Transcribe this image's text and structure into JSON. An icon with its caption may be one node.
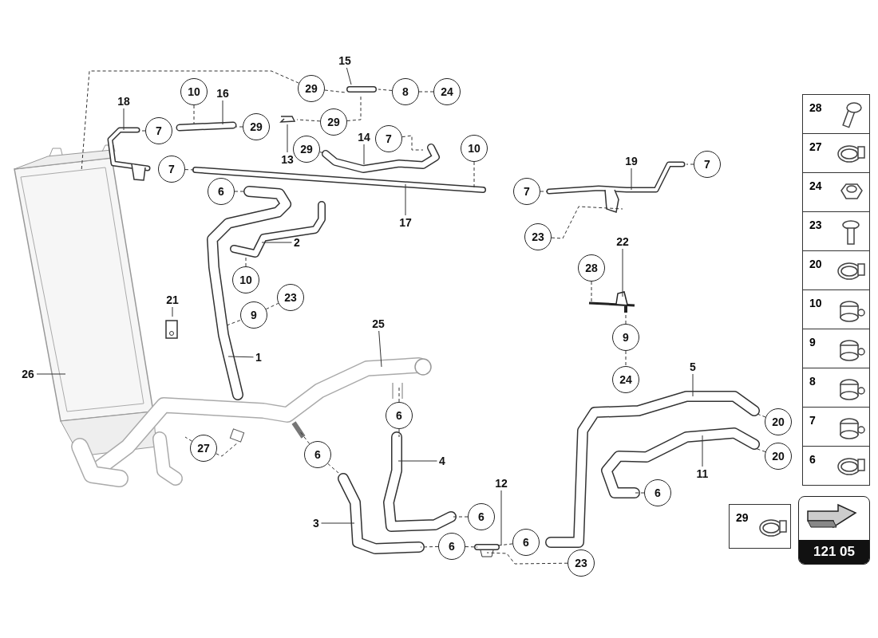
{
  "diagram": {
    "nodes": [
      {
        "text": [
          "29"
        ]
      },
      {
        "text": [
          "15"
        ]
      },
      {
        "text": [
          "8"
        ]
      },
      {
        "text": [
          "24"
        ]
      },
      {
        "text": [
          "10"
        ]
      },
      {
        "text": [
          "16"
        ]
      },
      {
        "text": [
          "18"
        ]
      },
      {
        "text": [
          "7"
        ]
      },
      {
        "text": [
          "29"
        ]
      },
      {
        "text": [
          "29"
        ]
      },
      {
        "text": [
          "13"
        ]
      },
      {
        "text": [
          "29"
        ]
      },
      {
        "text": [
          "14"
        ]
      },
      {
        "text": [
          "7"
        ]
      },
      {
        "text": [
          "10"
        ]
      },
      {
        "text": [
          "7"
        ]
      },
      {
        "text": [
          "19"
        ]
      },
      {
        "text": [
          "7"
        ]
      },
      {
        "text": [
          "7"
        ]
      },
      {
        "text": [
          "6"
        ]
      },
      {
        "text": [
          "2"
        ]
      },
      {
        "text": [
          "17"
        ]
      },
      {
        "text": [
          "23"
        ]
      },
      {
        "text": [
          "22"
        ]
      },
      {
        "text": [
          "28"
        ]
      },
      {
        "text": [
          "10"
        ]
      },
      {
        "text": [
          "23"
        ]
      },
      {
        "text": [
          "9"
        ]
      },
      {
        "text": [
          "21"
        ]
      },
      {
        "text": [
          "9"
        ]
      },
      {
        "text": [
          "24"
        ]
      },
      {
        "text": [
          "25"
        ]
      },
      {
        "text": [
          "1"
        ]
      },
      {
        "text": [
          "26"
        ]
      },
      {
        "text": [
          "5"
        ]
      },
      {
        "text": [
          "6"
        ]
      },
      {
        "text": [
          "20"
        ]
      },
      {
        "text": [
          "27"
        ]
      },
      {
        "text": [
          "20"
        ]
      },
      {
        "text": [
          "11"
        ]
      },
      {
        "text": [
          "4"
        ]
      },
      {
        "text": [
          "6"
        ]
      },
      {
        "text": [
          "12"
        ]
      },
      {
        "text": [
          "6"
        ]
      },
      {
        "text": [
          "3"
        ]
      },
      {
        "text": [
          "6"
        ]
      },
      {
        "text": [
          "6"
        ]
      },
      {
        "text": [
          "6"
        ]
      },
      {
        "text": [
          "23"
        ]
      }
    ],
    "edges": [
      {
        "from": 0,
        "to": null,
        "arrow": "none",
        "style": "dashed"
      },
      {
        "from": 0,
        "to": null,
        "arrow": "none",
        "style": "dashed"
      },
      {
        "from": 1,
        "to": null,
        "arrow": "none"
      },
      {
        "from": 2,
        "to": null,
        "arrow": "none",
        "style": "dashed"
      },
      {
        "from": 2,
        "to": 3,
        "arrow": "none",
        "style": "dashed"
      },
      {
        "from": 4,
        "to": null,
        "arrow": "none",
        "style": "dashed"
      },
      {
        "from": 5,
        "to": null,
        "arrow": "none"
      },
      {
        "from": 6,
        "to": null,
        "arrow": "none"
      },
      {
        "from": 7,
        "to": null,
        "arrow": "none",
        "style": "dashed"
      },
      {
        "from": 8,
        "to": null,
        "arrow": "none",
        "style": "dashed"
      },
      {
        "from": 9,
        "to": null,
        "arrow": "none",
        "style": "dashed"
      },
      {
        "from": 9,
        "to": null,
        "arrow": "none",
        "style": "dashed"
      },
      {
        "from": 10,
        "to": null,
        "arrow": "none"
      },
      {
        "from": 11,
        "to": null,
        "arrow": "none",
        "style": "dashed"
      },
      {
        "from": 12,
        "to": null,
        "arrow": "none"
      },
      {
        "from": 13,
        "to": null,
        "arrow": "none",
        "style": "dashed"
      },
      {
        "from": 14,
        "to": null,
        "arrow": "none",
        "style": "dashed"
      },
      {
        "from": 15,
        "to": null,
        "arrow": "none",
        "style": "dashed"
      },
      {
        "from": 16,
        "to": null,
        "arrow": "none"
      },
      {
        "from": 17,
        "to": null,
        "arrow": "none",
        "style": "dashed"
      },
      {
        "from": 18,
        "to": null,
        "arrow": "none",
        "style": "dashed"
      },
      {
        "from": 19,
        "to": null,
        "arrow": "none",
        "style": "dashed"
      },
      {
        "from": 20,
        "to": null,
        "arrow": "none"
      },
      {
        "from": 21,
        "to": null,
        "arrow": "none"
      },
      {
        "from": 22,
        "to": null,
        "arrow": "none",
        "style": "dashed"
      },
      {
        "from": 23,
        "to": null,
        "arrow": "none"
      },
      {
        "from": 24,
        "to": null,
        "arrow": "none",
        "style": "dashed"
      },
      {
        "from": 25,
        "to": null,
        "arrow": "none",
        "style": "dashed"
      },
      {
        "from": null,
        "to": 27,
        "arrow": "none",
        "style": "dashed"
      },
      {
        "from": 27,
        "to": 26,
        "arrow": "none",
        "style": "dashed"
      },
      {
        "from": 28,
        "to": null,
        "arrow": "none"
      },
      {
        "from": 29,
        "to": null,
        "arrow": "none",
        "style": "dashed"
      },
      {
        "from": 29,
        "to": 30,
        "arrow": "none",
        "style": "dashed"
      },
      {
        "from": 31,
        "to": null,
        "arrow": "none"
      },
      {
        "from": 32,
        "to": null,
        "arrow": "none"
      },
      {
        "from": 33,
        "to": null,
        "arrow": "none"
      },
      {
        "from": 34,
        "to": null,
        "arrow": "none"
      },
      {
        "from": 35,
        "to": null,
        "arrow": "none",
        "style": "dashed"
      },
      {
        "from": 35,
        "to": null,
        "arrow": "none",
        "style": "dashed"
      },
      {
        "from": 36,
        "to": null,
        "arrow": "none",
        "style": "dashed"
      },
      {
        "from": 37,
        "to": null,
        "arrow": "none",
        "style": "dashed"
      },
      {
        "from": 37,
        "to": null,
        "arrow": "none",
        "style": "dashed"
      },
      {
        "from": 38,
        "to": null,
        "arrow": "none",
        "style": "dashed"
      },
      {
        "from": 39,
        "to": null,
        "arrow": "none"
      },
      {
        "from": 40,
        "to": null,
        "arrow": "none"
      },
      {
        "from": 41,
        "to": null,
        "arrow": "none",
        "style": "dashed"
      },
      {
        "from": 41,
        "to": null,
        "arrow": "none",
        "style": "dashed"
      },
      {
        "from": 42,
        "to": null,
        "arrow": "none"
      },
      {
        "from": 43,
        "to": null,
        "arrow": "none",
        "style": "dashed"
      },
      {
        "from": 44,
        "to": null,
        "arrow": "none"
      },
      {
        "from": 45,
        "to": null,
        "arrow": "none",
        "style": "dashed"
      },
      {
        "from": 46,
        "to": null,
        "arrow": "none",
        "style": "dashed"
      },
      {
        "from": 47,
        "to": null,
        "arrow": "none",
        "style": "dashed"
      },
      {
        "from": 47,
        "to": null,
        "arrow": "none",
        "style": "dashed"
      },
      {
        "from": 48,
        "to": null,
        "arrow": "none",
        "style": "dashed"
      }
    ],
    "labels": [
      "28",
      "27",
      "24",
      "23",
      "20",
      "10",
      "9",
      "8",
      "7",
      "6",
      "29",
      "121 05"
    ]
  }
}
